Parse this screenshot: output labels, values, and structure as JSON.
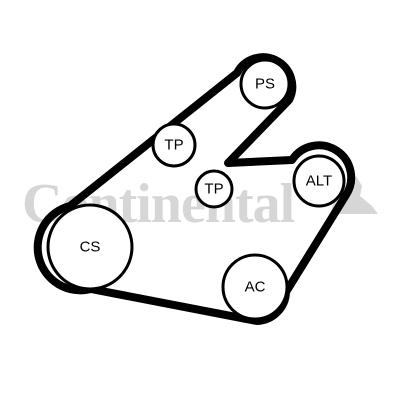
{
  "watermark": {
    "brand": "Continental"
  },
  "pulleys": {
    "ps": {
      "label": "PS"
    },
    "tp1": {
      "label": "TP"
    },
    "tp2": {
      "label": "TP"
    },
    "alt": {
      "label": "ALT"
    },
    "cs": {
      "label": "CS"
    },
    "ac": {
      "label": "AC"
    }
  },
  "colors": {
    "belt": "#000000",
    "pulley_fill": "#ffffff",
    "watermark": "#d6d6d6"
  }
}
